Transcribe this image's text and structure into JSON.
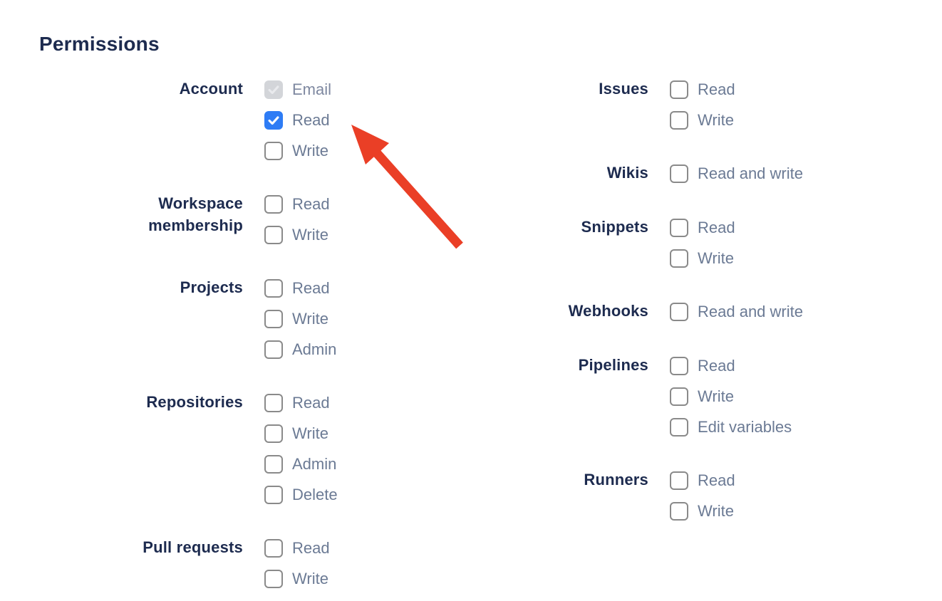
{
  "page": {
    "title": "Permissions"
  },
  "colors": {
    "heading_text": "#1D2B4F",
    "option_label_text": "#6B7A94",
    "checkbox_border": "#8A8A8A",
    "checkbox_checked_bg": "#2E7CF5",
    "checkbox_disabled_bg": "#D3D5D9",
    "checkbox_disabled_check": "#E9EAED",
    "arrow": "#EA3F26"
  },
  "columns": [
    {
      "groups": [
        {
          "label": "Account",
          "options": [
            {
              "label": "Email",
              "state": "checked-disabled"
            },
            {
              "label": "Read",
              "state": "checked"
            },
            {
              "label": "Write",
              "state": "unchecked"
            }
          ]
        },
        {
          "label": "Workspace membership",
          "options": [
            {
              "label": "Read",
              "state": "unchecked"
            },
            {
              "label": "Write",
              "state": "unchecked"
            }
          ]
        },
        {
          "label": "Projects",
          "options": [
            {
              "label": "Read",
              "state": "unchecked"
            },
            {
              "label": "Write",
              "state": "unchecked"
            },
            {
              "label": "Admin",
              "state": "unchecked"
            }
          ]
        },
        {
          "label": "Repositories",
          "options": [
            {
              "label": "Read",
              "state": "unchecked"
            },
            {
              "label": "Write",
              "state": "unchecked"
            },
            {
              "label": "Admin",
              "state": "unchecked"
            },
            {
              "label": "Delete",
              "state": "unchecked"
            }
          ]
        },
        {
          "label": "Pull requests",
          "options": [
            {
              "label": "Read",
              "state": "unchecked"
            },
            {
              "label": "Write",
              "state": "unchecked"
            }
          ]
        }
      ]
    },
    {
      "groups": [
        {
          "label": "Issues",
          "options": [
            {
              "label": "Read",
              "state": "unchecked"
            },
            {
              "label": "Write",
              "state": "unchecked"
            }
          ]
        },
        {
          "label": "Wikis",
          "options": [
            {
              "label": "Read and write",
              "state": "unchecked"
            }
          ]
        },
        {
          "label": "Snippets",
          "options": [
            {
              "label": "Read",
              "state": "unchecked"
            },
            {
              "label": "Write",
              "state": "unchecked"
            }
          ]
        },
        {
          "label": "Webhooks",
          "options": [
            {
              "label": "Read and write",
              "state": "unchecked"
            }
          ]
        },
        {
          "label": "Pipelines",
          "options": [
            {
              "label": "Read",
              "state": "unchecked"
            },
            {
              "label": "Write",
              "state": "unchecked"
            },
            {
              "label": "Edit variables",
              "state": "unchecked"
            }
          ]
        },
        {
          "label": "Runners",
          "options": [
            {
              "label": "Read",
              "state": "unchecked"
            },
            {
              "label": "Write",
              "state": "unchecked"
            }
          ]
        }
      ]
    }
  ]
}
